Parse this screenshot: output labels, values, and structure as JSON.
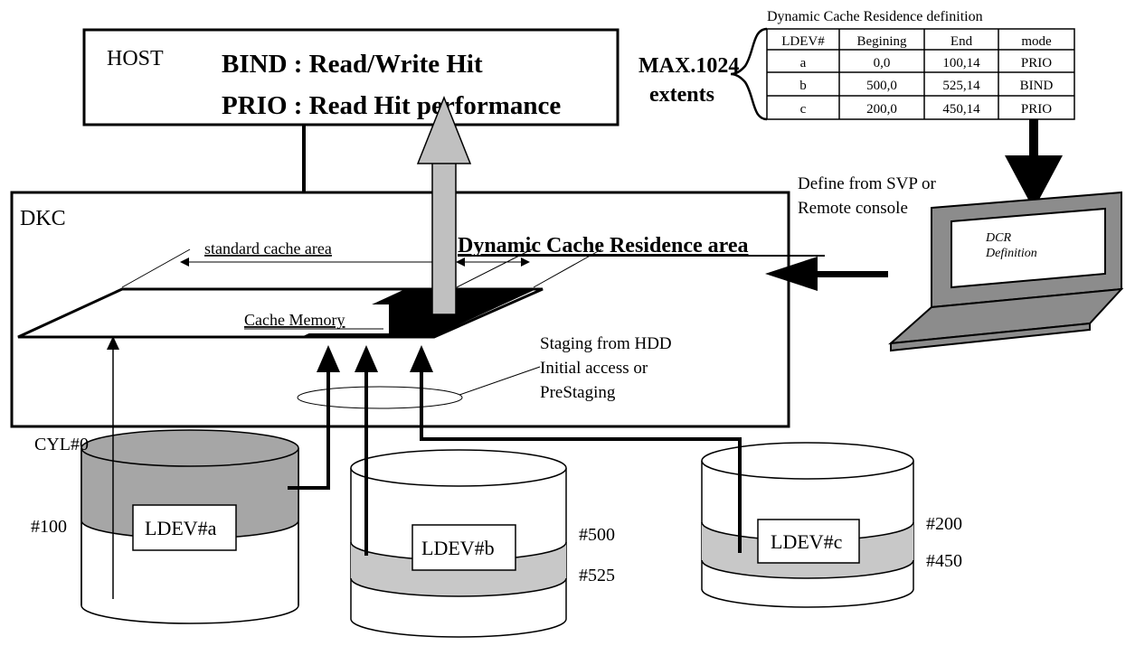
{
  "host": {
    "label": "HOST",
    "line1": "BIND : Read/Write Hit",
    "line2": "PRIO : Read Hit performance"
  },
  "extents": {
    "line1": "MAX.1024",
    "line2": "extents"
  },
  "dcr_table": {
    "title": "Dynamic Cache Residence definition",
    "headers": [
      "LDEV#",
      "Begining",
      "End",
      "mode"
    ],
    "rows": [
      [
        "a",
        "0,0",
        "100,14",
        "PRIO"
      ],
      [
        "b",
        "500,0",
        "525,14",
        "BIND"
      ],
      [
        "c",
        "200,0",
        "450,14",
        "PRIO"
      ]
    ]
  },
  "define_note": {
    "line1": "Define from SVP or",
    "line2": "Remote console"
  },
  "laptop": {
    "line1": "DCR",
    "line2": "Definition"
  },
  "dkc": {
    "label": "DKC",
    "standard_area": "standard cache area",
    "dcr_area": "Dynamic Cache Residence area",
    "cache_memory": "Cache Memory"
  },
  "staging": {
    "line1": "Staging from HDD",
    "line2": "Initial access or",
    "line3": "PreStaging"
  },
  "disks": {
    "a": {
      "name": "LDEV#a",
      "cyl0": "CYL#0",
      "start": "#100"
    },
    "b": {
      "name": "LDEV#b",
      "start": "#500",
      "end": "#525"
    },
    "c": {
      "name": "LDEV#c",
      "start": "#200",
      "end": "#450"
    }
  },
  "colors": {
    "resident_dark": "#a6a6a6",
    "resident_light": "#c8c8c8",
    "arrow_gray": "#c0c0c0",
    "laptop_gray": "#8c8c8c",
    "cache_black": "#000000"
  }
}
